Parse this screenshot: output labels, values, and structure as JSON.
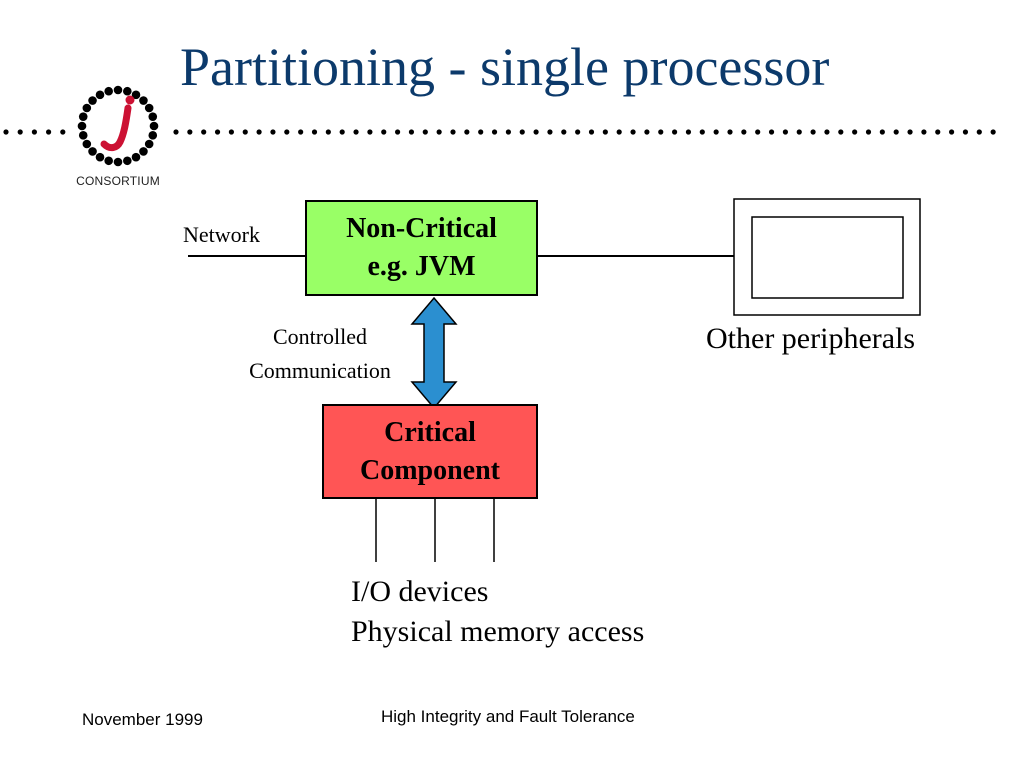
{
  "title": "Partitioning - single processor",
  "logo": {
    "mark": "j",
    "text": "CONSORTIUM",
    "accent_color": "#cc1133"
  },
  "colors": {
    "title": "#0c3a6b",
    "non_critical_fill": "#99ff66",
    "critical_fill": "#ff5555",
    "arrow_fill": "#2b8fd0"
  },
  "diagram": {
    "network_label": "Network",
    "non_critical": {
      "line1": "Non-Critical",
      "line2": "e.g. JVM"
    },
    "communication_label": {
      "line1": "Controlled",
      "line2": "Communication"
    },
    "critical": {
      "line1": "Critical",
      "line2": "Component"
    },
    "peripherals_label": "Other peripherals",
    "io_label": {
      "line1": "I/O devices",
      "line2": "Physical memory access"
    }
  },
  "footer": {
    "date": "November 1999",
    "center": "High Integrity and Fault Tolerance"
  }
}
